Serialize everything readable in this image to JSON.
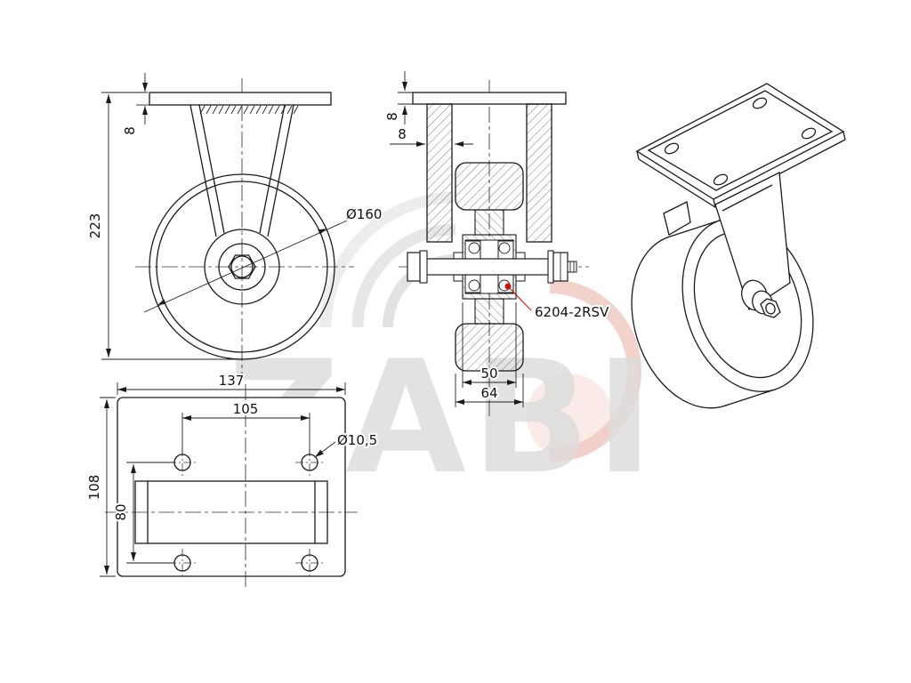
{
  "watermark": {
    "text": "ZABI"
  },
  "drawing": {
    "type": "technical-drawing-fixed-caster",
    "front": {
      "plate_thickness": "8",
      "overall_height": "223",
      "wheel_diameter": "Ø160"
    },
    "section": {
      "plate_thickness": "8",
      "wall_thickness": "8",
      "bearing": "6204-2RSV",
      "hub_width": "50",
      "wheel_width": "64"
    },
    "bottom": {
      "plate_length": "137",
      "hole_pitch_x": "105",
      "hole_diameter": "Ø10,5",
      "plate_width": "108",
      "hole_pitch_y": "80"
    },
    "colors": {
      "line": "#1a1a1a",
      "accent_red": "#cc1100",
      "watermark_gray": "#dcdcdc",
      "watermark_red": "#f0cbc3"
    }
  }
}
